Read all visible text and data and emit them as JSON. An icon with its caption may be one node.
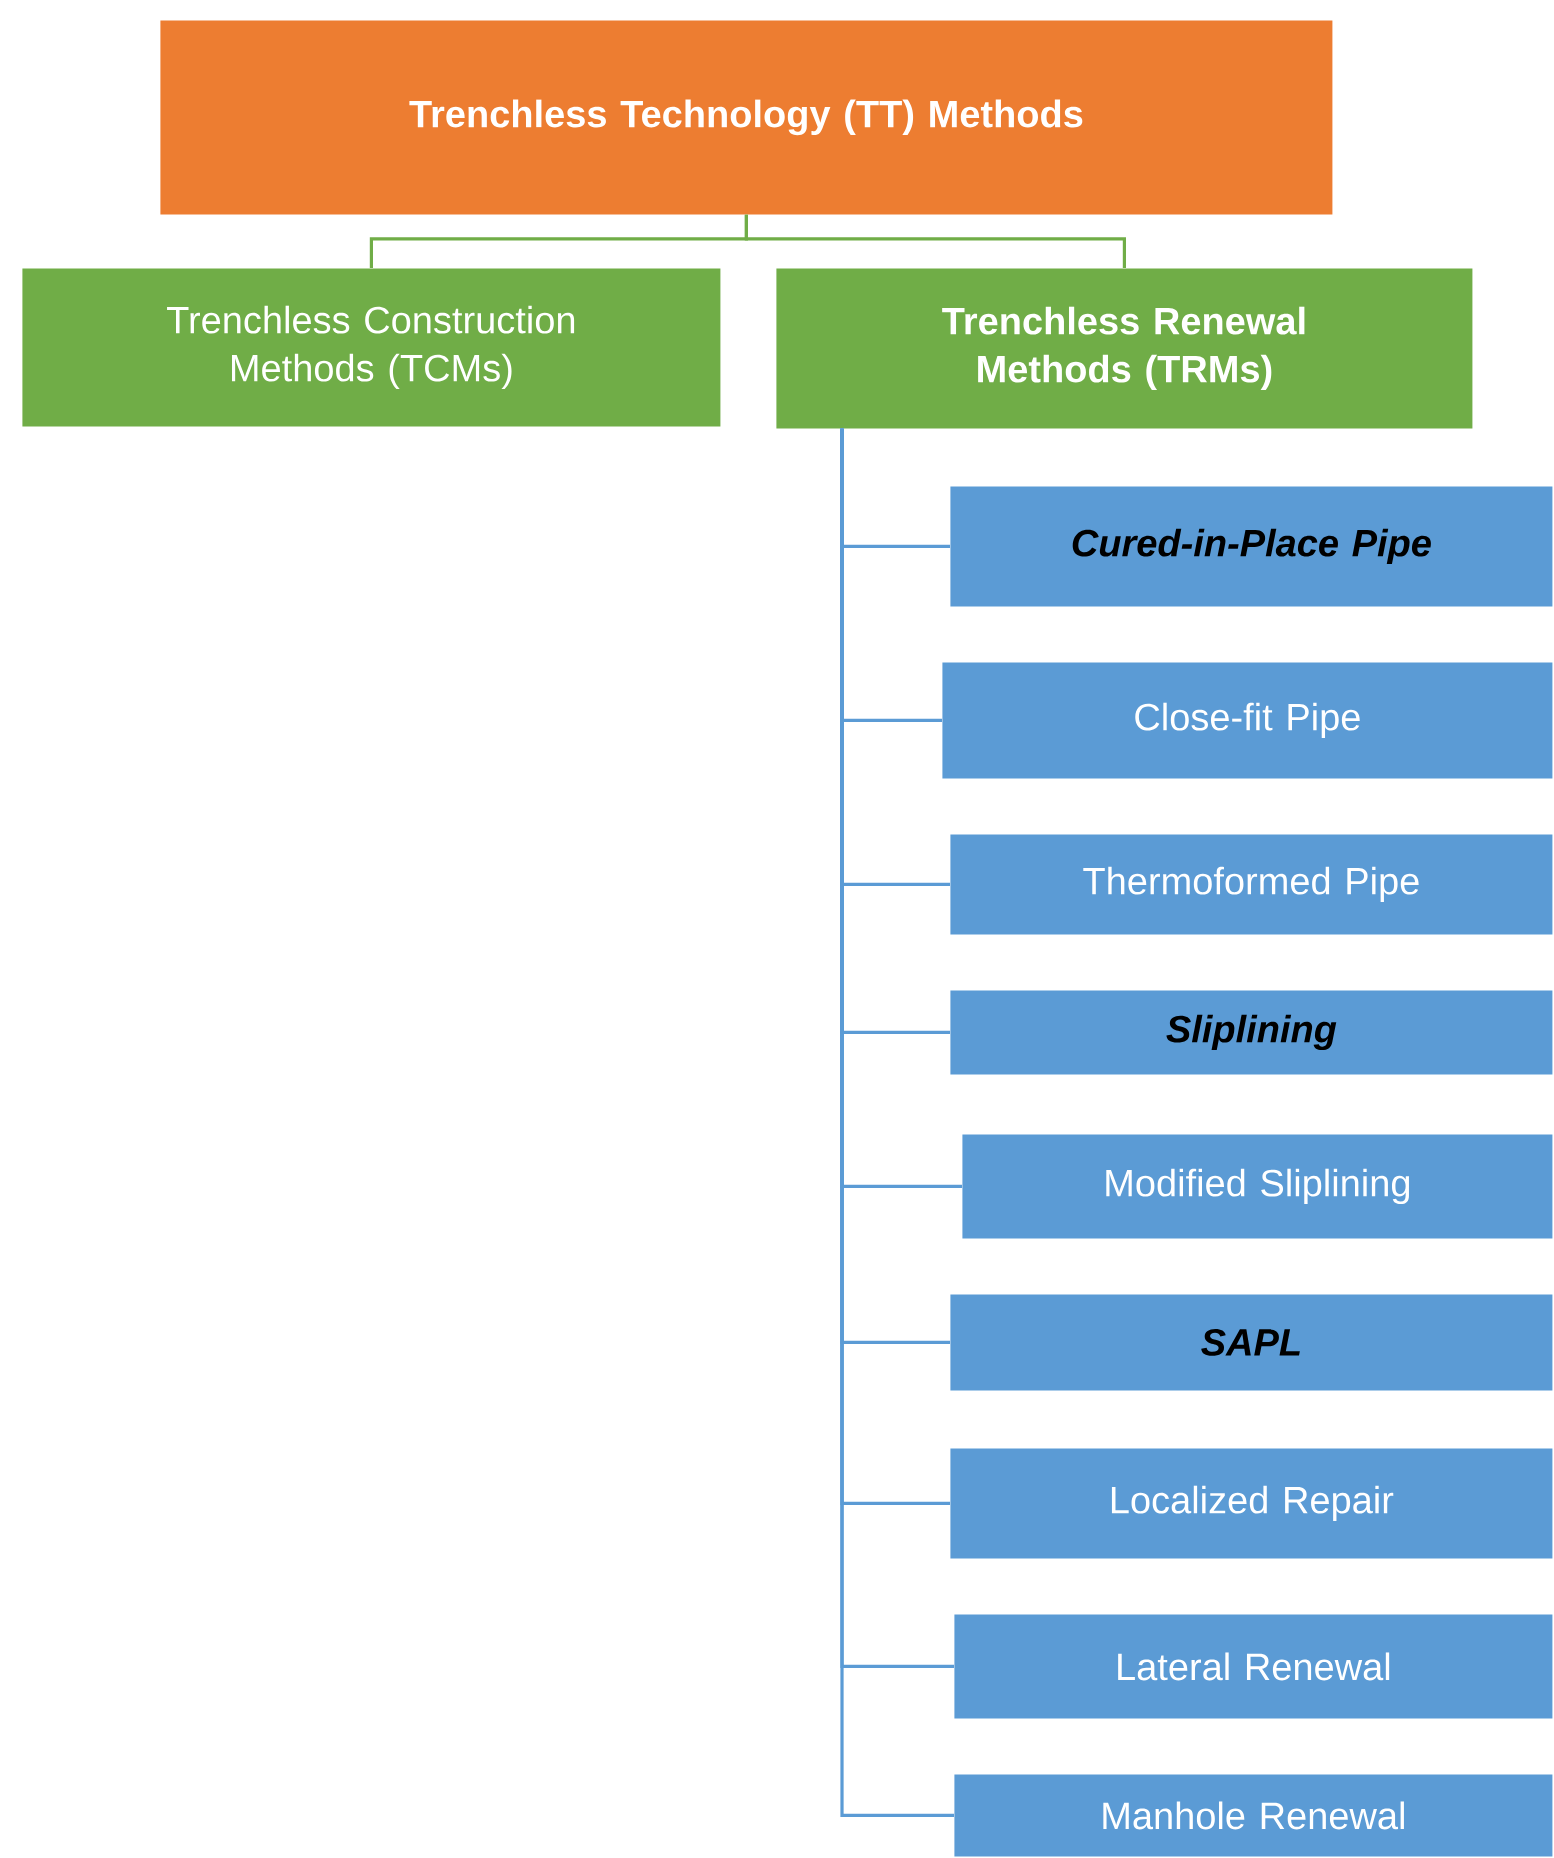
{
  "diagram": {
    "nodes": [
      {
        "text": [
          "Trenchless Technology (TT) Methods"
        ]
      },
      {
        "text": [
          "Trenchless Construction Methods (TCMs)"
        ]
      },
      {
        "text": [
          "Trenchless Renewal Methods (TRMs)"
        ]
      },
      {
        "text": [
          "Cured-in-Place Pipe"
        ]
      },
      {
        "text": [
          "Close-fit Pipe"
        ]
      },
      {
        "text": [
          "Thermoformed Pipe"
        ]
      },
      {
        "text": [
          "Sliplining"
        ]
      },
      {
        "text": [
          "Modified Sliplining"
        ]
      },
      {
        "text": [
          "SAPL"
        ]
      },
      {
        "text": [
          "Localized Repair"
        ]
      },
      {
        "text": [
          "Lateral Renewal"
        ]
      },
      {
        "text": [
          "Manhole Renewal"
        ]
      }
    ],
    "edges": [
      {
        "from": 0,
        "to": 1,
        "arrow": "none",
        "color": "#70ad47"
      },
      {
        "from": 0,
        "to": 2,
        "arrow": "none",
        "color": "#70ad47"
      },
      {
        "from": 2,
        "to": 3,
        "arrow": "none"
      },
      {
        "from": 2,
        "to": 4,
        "arrow": "none"
      },
      {
        "from": 2,
        "to": 5,
        "arrow": "none"
      },
      {
        "from": 2,
        "to": 6,
        "arrow": "none"
      },
      {
        "from": 2,
        "to": 7,
        "arrow": "none"
      },
      {
        "from": 2,
        "to": 8,
        "arrow": "none"
      },
      {
        "from": 2,
        "to": 9,
        "arrow": "none"
      },
      {
        "from": 2,
        "to": 10,
        "arrow": "none"
      },
      {
        "from": 2,
        "to": 11,
        "arrow": "none"
      }
    ]
  }
}
